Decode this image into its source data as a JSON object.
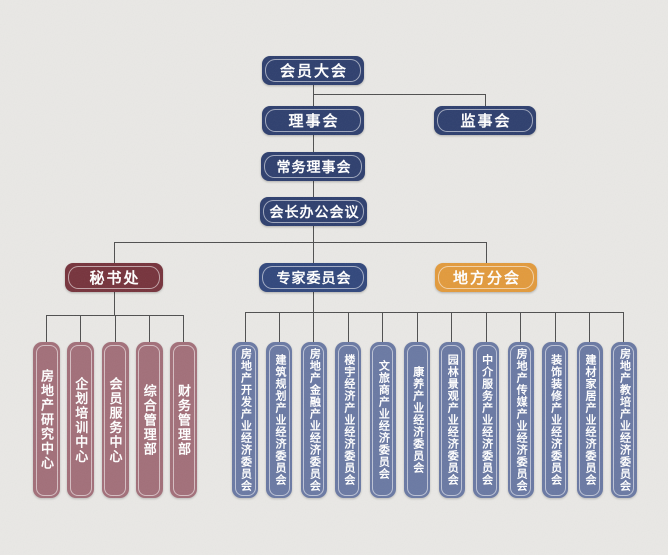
{
  "page": {
    "background_color": "#e9e8e5",
    "connector_color": "#4f4f4f"
  },
  "colors": {
    "navy": "#2e3f6e",
    "navy_bright": "#31477c",
    "maroon": "#76333c",
    "orange": "#e29a3c",
    "dusty_rose": "#a26f79",
    "slate_blue": "#6a79a3",
    "text": "#ffffff"
  },
  "org": {
    "member_assembly": "会员大会",
    "council": "理事会",
    "supervisory_board": "监事会",
    "standing_council": "常务理事会",
    "president_office_meeting": "会长办公会议",
    "secretariat": "秘书处",
    "expert_committee": "专家委员会",
    "local_branches": "地方分会",
    "secretariat_departments": [
      "房地产研究中心",
      "企划培训中心",
      "会员服务中心",
      "综合管理部",
      "财务管理部"
    ],
    "expert_committees": [
      "房地产开发产业经济委员会",
      "建筑规划产业经济委员会",
      "房地产金融产业经济委员会",
      "楼宇经济产业经济委员会",
      "文旅商产业经济委员会",
      "康养产业经济委员会",
      "园林景观产业经济委员会",
      "中介服务产业经济委员会",
      "房地产传媒产业经济委员会",
      "装饰装修产业经济委员会",
      "建材家居产业经济委员会",
      "房地产教培产业经济委员会"
    ]
  }
}
